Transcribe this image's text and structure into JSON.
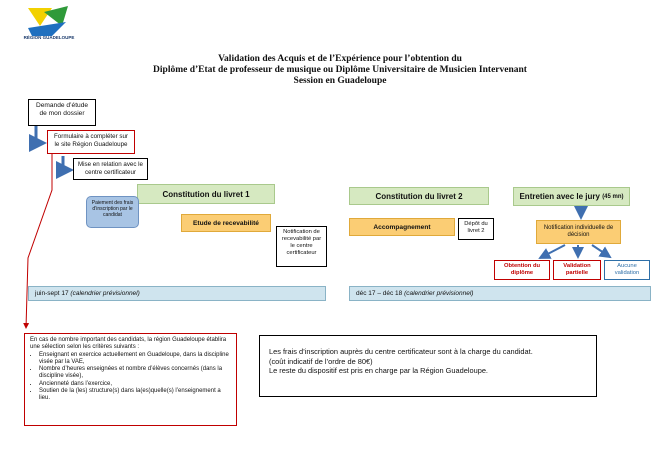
{
  "header": {
    "logo_text": "RÉGION GUADELOUPE",
    "title_lines": [
      "Validation des Acquis et de l’Expérience pour l’obtention du",
      "Diplôme d’Etat de professeur de musique ou Diplôme Universitaire de Musicien Intervenant",
      "Session en Guadeloupe"
    ]
  },
  "steps": {
    "demande": "Demande d’étude de mon dossier",
    "formulaire": "Formulaire à compléter sur le site Région Guadeloupe",
    "mise_relation": "Mise en relation avec le centre certificateur",
    "constitution_1": "Constitution du livret 1",
    "paiement": "Paiement des frais d’inscription par le candidat",
    "recevabilite": "Etude de recevabilité",
    "notification_recevabilite": "Notification de recevabilité par le centre certificateur",
    "constitution_2": "Constitution du livret 2",
    "accompagnement": "Accompagnement",
    "depot_livret": "Dépôt du livret 2",
    "entretien": "Entretien avec le jury",
    "entretien_duree": "(45 mn)",
    "notification_decision": "Notification individuelle de décision"
  },
  "outcomes": [
    {
      "label": "Obtention du diplôme",
      "color": "#c00000"
    },
    {
      "label": "Validation partielle",
      "color": "#c00000"
    },
    {
      "label": "Aucune validation",
      "color": "#2e6fa8"
    }
  ],
  "timeline": {
    "period_1": "juin-sept 17",
    "period_1_note": "(calendrier prévisionnel)",
    "period_2": "déc 17 – déc 18",
    "period_2_note": "(calendrier prévisionnel)"
  },
  "selection_note": {
    "intro": "En cas de nombre important des candidats, la région Guadeloupe établira une sélection selon les critères suivants :",
    "criteria": [
      "Enseignant en exercice actuellement en Guadeloupe, dans la discipline visée par la VAE,",
      "Nombre d’heures enseignées et nombre d’élèves concernés (dans la discipline visée),",
      "Ancienneté dans l’exercice,",
      "Soutien de la (les) structure(s) dans la(es)quelle(s) l’enseignement a lieu."
    ]
  },
  "fees_note": {
    "lines": [
      "Les frais d’inscription auprès du centre certificateur sont à la charge du candidat.",
      "(coût indicatif de l’ordre de 80€)",
      "Le reste du dispositif est pris en charge par la Région Guadeloupe."
    ]
  },
  "colors": {
    "green": "#d6e9c1",
    "orange": "#fbcd74",
    "blue": "#cfe4ee",
    "arrow_blue": "#3f6fb0",
    "red": "#c00000"
  }
}
